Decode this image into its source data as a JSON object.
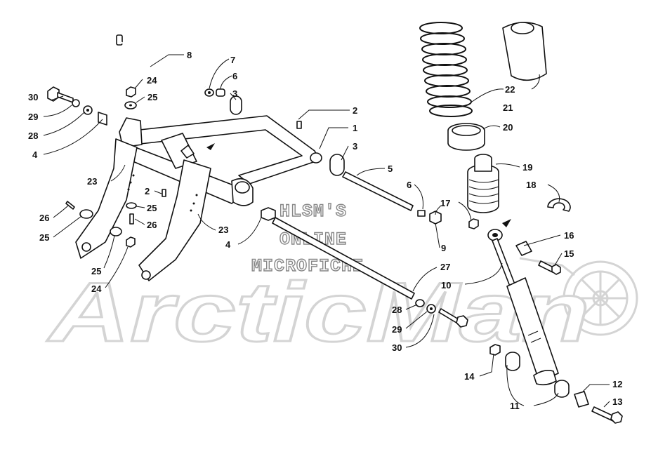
{
  "watermark": {
    "line1": "HLSM'S",
    "line2": "ONLINE",
    "line3": "MICROFICHE",
    "brand": "ArcticMan"
  },
  "callouts": [
    "1",
    "2",
    "3",
    "4",
    "5",
    "6",
    "7",
    "8",
    "9",
    "10",
    "11",
    "12",
    "13",
    "14",
    "15",
    "16",
    "17",
    "18",
    "19",
    "20",
    "21",
    "22",
    "23",
    "24",
    "25",
    "26",
    "27",
    "28",
    "29",
    "30"
  ],
  "colors": {
    "ink": "#111111",
    "watermark": "#d4d4d4"
  }
}
